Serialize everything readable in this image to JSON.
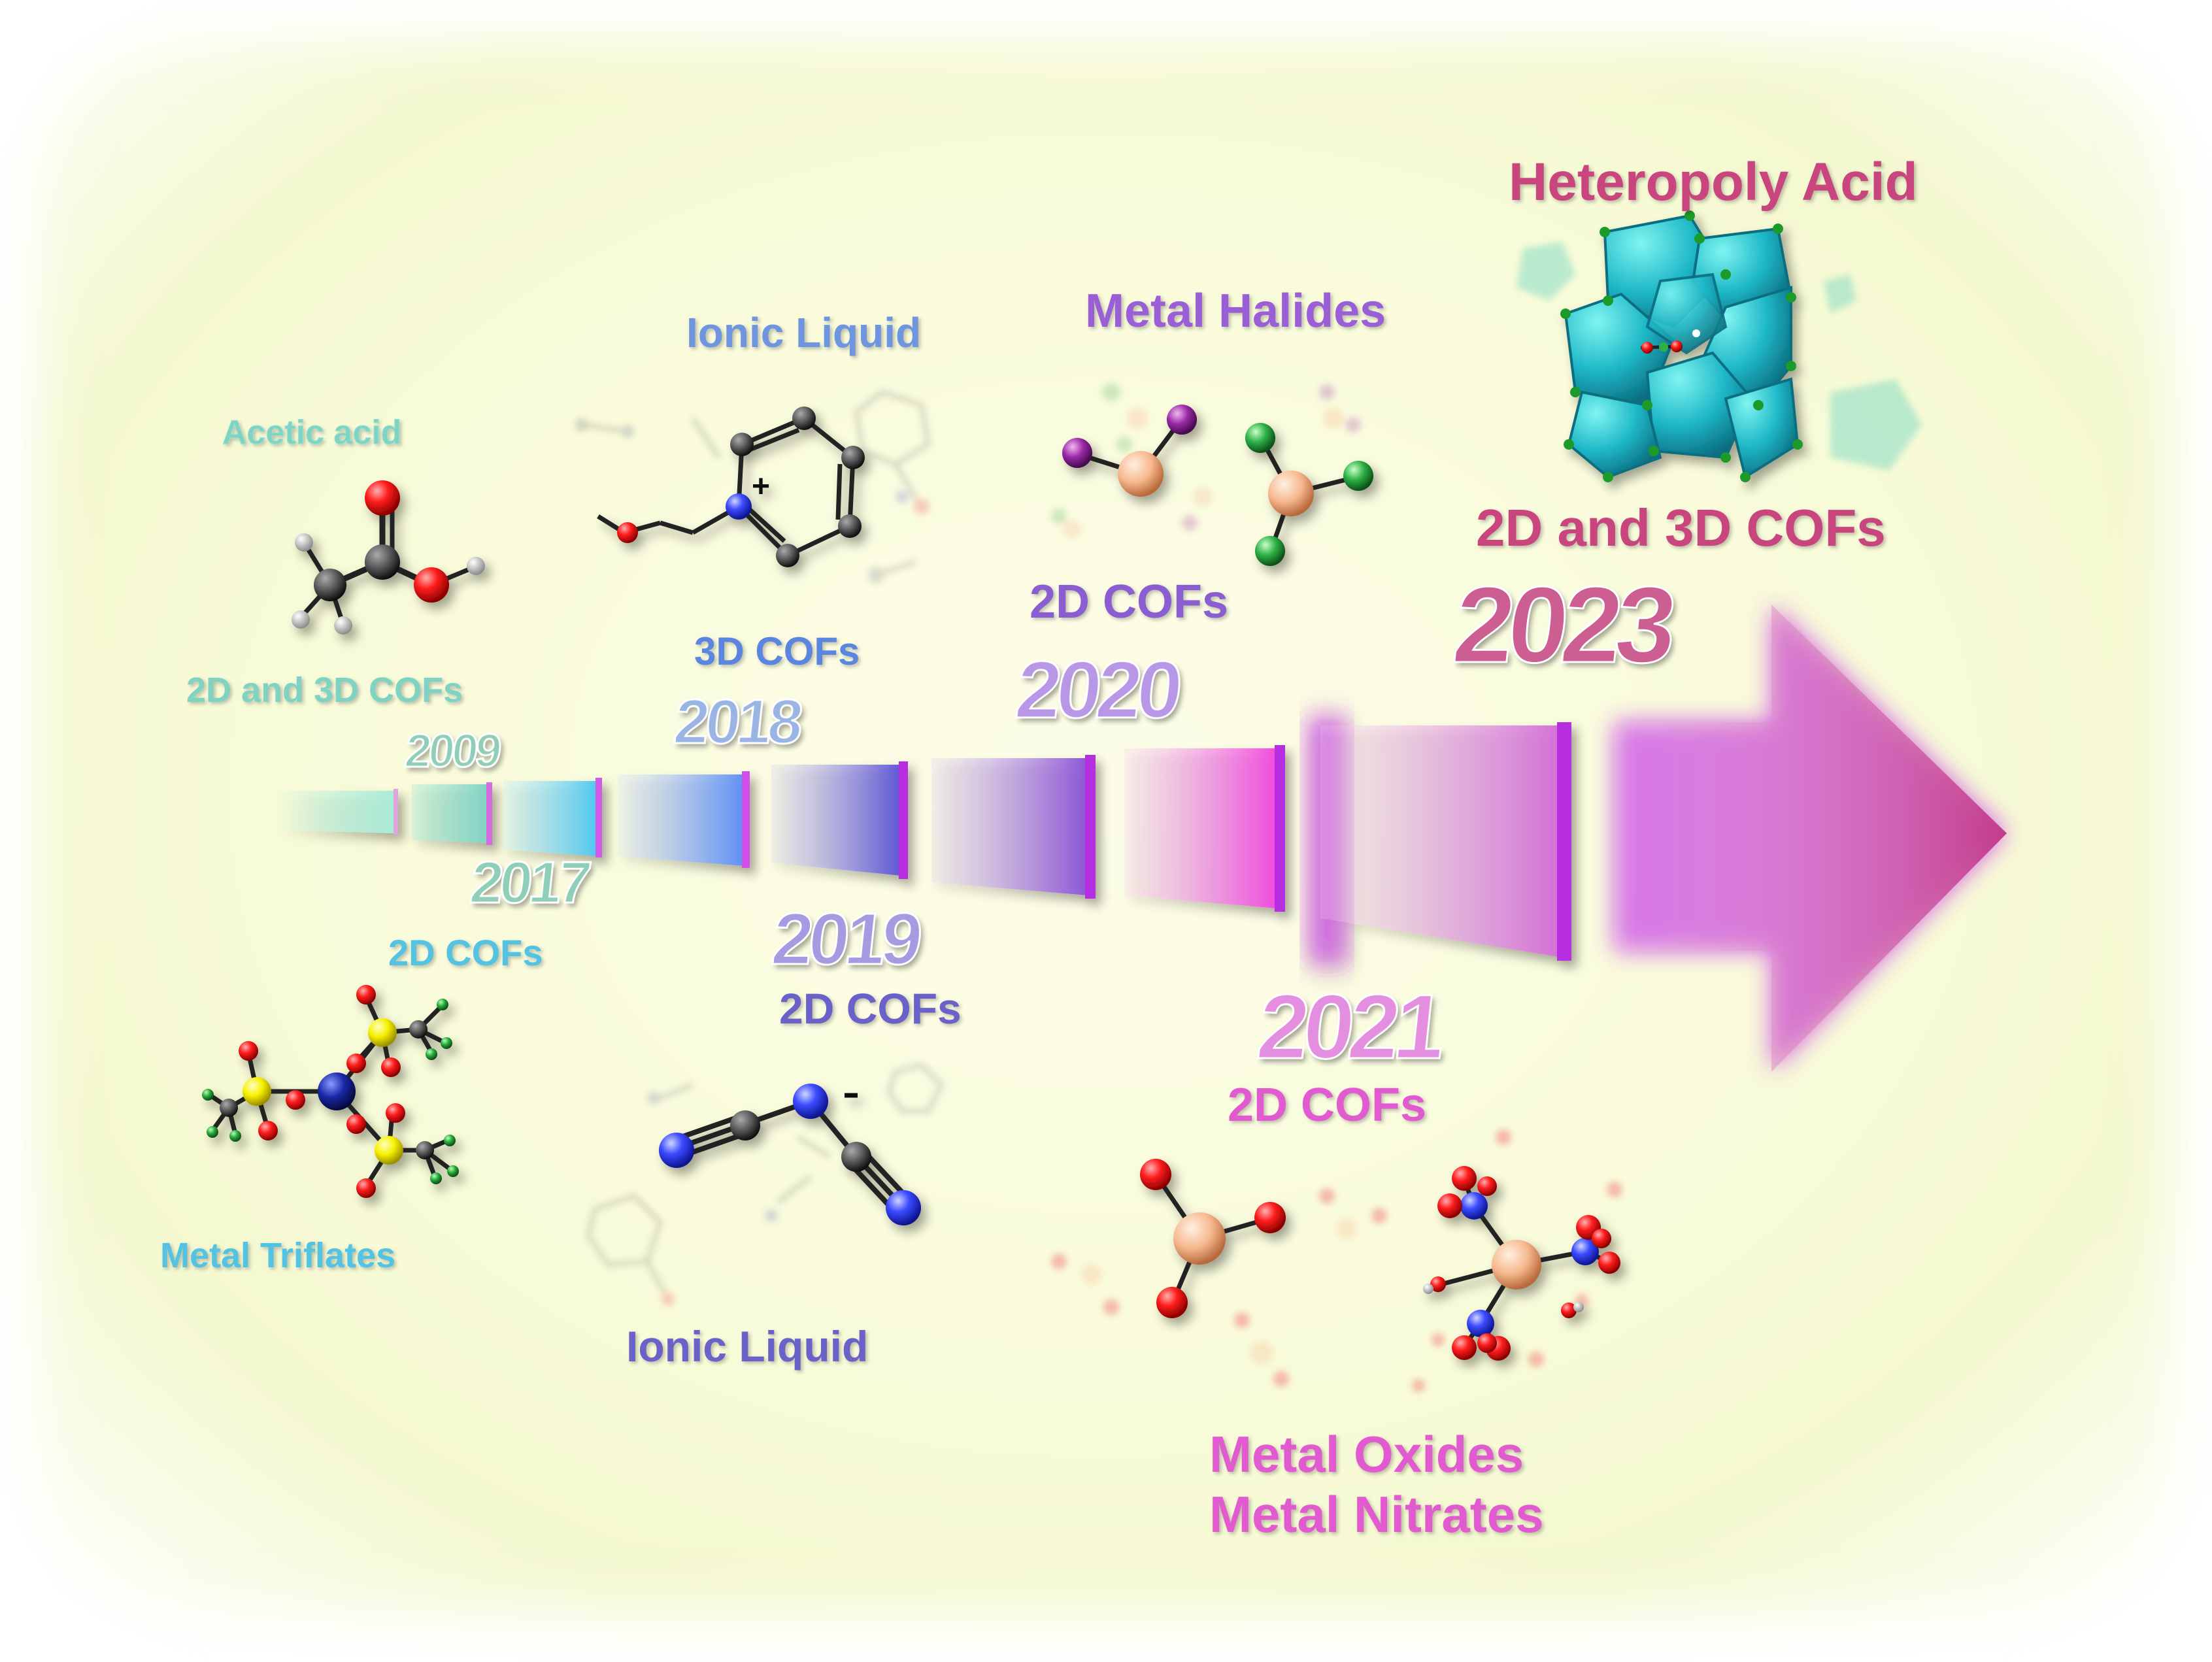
{
  "labels": {
    "acetic_acid": "Acetic acid",
    "cofs_2009": "2D and 3D COFs",
    "ionic_liquid_top": "Ionic Liquid",
    "cofs_2018": "3D COFs",
    "metal_halides": "Metal Halides",
    "cofs_2020": "2D COFs",
    "heteropoly_acid": "Heteropoly Acid",
    "cofs_2023": "2D and 3D COFs",
    "cofs_2017": "2D COFs",
    "metal_triflates": "Metal Triflates",
    "cofs_2019": "2D COFs",
    "ionic_liquid_bottom": "Ionic Liquid",
    "cofs_2021": "2D COFs",
    "metal_oxides": "Metal Oxides",
    "metal_nitrates": "Metal Nitrates"
  },
  "years": {
    "y2009": "2009",
    "y2017": "2017",
    "y2018": "2018",
    "y2019": "2019",
    "y2020": "2020",
    "y2021": "2021",
    "y2023": "2023"
  },
  "colors": {
    "teal": "#7fd3c3",
    "cyan": "#53c3e3",
    "blue": "#6f94e0",
    "indigo": "#6a62c8",
    "violet": "#9a5fd6",
    "magenta": "#e25ad0",
    "crimson": "#c8457d",
    "arrow_glow": "#c32ee8"
  },
  "icons": {
    "acetic_acid": "acetic-acid-molecule-icon",
    "triflate": "metal-triflate-molecule-icon",
    "pyridinium": "pyridinium-cation-icon",
    "dicyanamide": "dicyanamide-anion-icon",
    "metal_halide": "metal-halide-molecule-icon",
    "metal_oxide": "metal-oxide-molecule-icon",
    "heteropoly": "keggin-polyoxometalate-icon"
  }
}
